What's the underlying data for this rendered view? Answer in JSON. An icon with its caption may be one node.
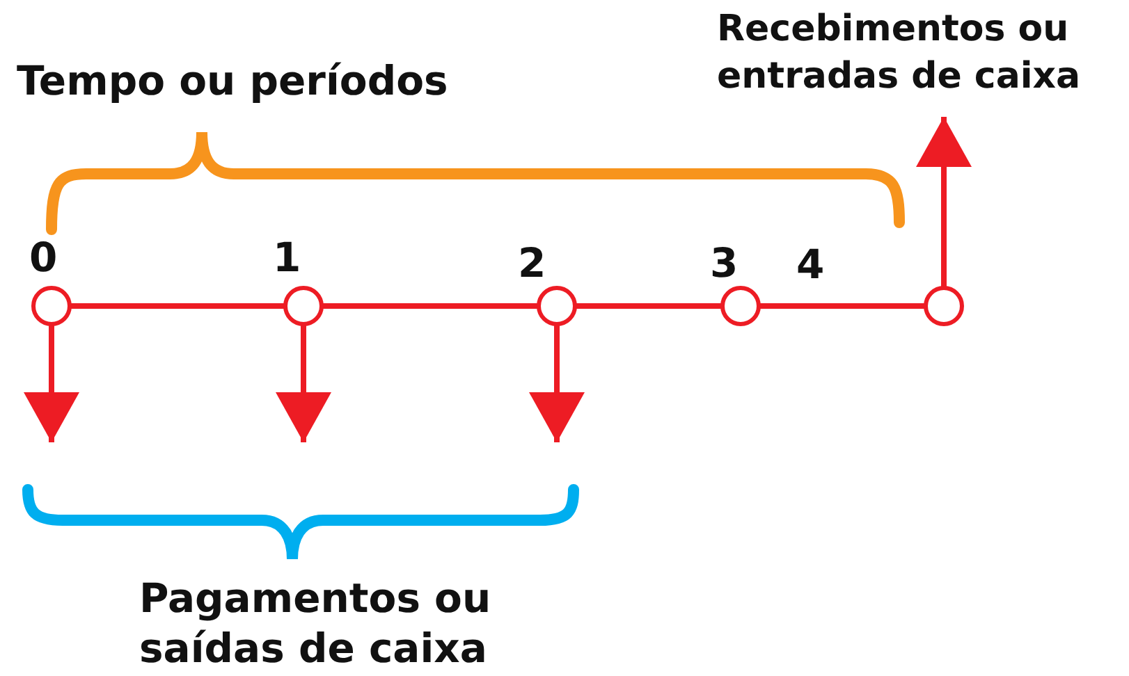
{
  "diagram": {
    "nodes": [
      {
        "text": [],
        "shape": "circle",
        "beside": [
          "0"
        ]
      },
      {
        "text": [],
        "shape": "circle",
        "beside": [
          "1"
        ]
      },
      {
        "text": [],
        "shape": "circle",
        "beside": [
          "2"
        ]
      },
      {
        "text": [],
        "shape": "circle",
        "beside": [
          "3"
        ]
      },
      {
        "text": [],
        "shape": "circle"
      }
    ],
    "edges": [
      {
        "from": 0,
        "to": 1,
        "arrow": "none"
      },
      {
        "from": 1,
        "to": 2,
        "arrow": "none"
      },
      {
        "from": 2,
        "to": 3,
        "arrow": "none"
      },
      {
        "from": 3,
        "to": 4,
        "arrow": "none"
      },
      {
        "from": 0,
        "to": null,
        "arrow": "to"
      },
      {
        "from": 1,
        "to": null,
        "arrow": "to"
      },
      {
        "from": 2,
        "to": null,
        "arrow": "to"
      },
      {
        "from": 4,
        "to": null,
        "arrow": "to"
      }
    ],
    "labels": [
      "4",
      "Tempo ou períodos",
      "Recebimentos ou entradas de caixa",
      "Pagamentos ou saídas de caixa"
    ]
  }
}
